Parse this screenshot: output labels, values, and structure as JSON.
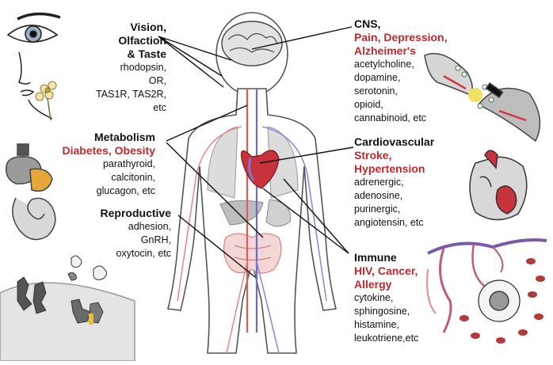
{
  "colors": {
    "disease": "#c0282d",
    "heading": "#111111",
    "body_line": "#555555",
    "artery": "#e05a5a",
    "vein": "#6a6acc",
    "organ": "#b8b8b8",
    "heart": "#c8323a"
  },
  "categories": [
    {
      "id": "vision",
      "heading": [
        "Vision,",
        "Olfaction",
        "& Taste"
      ],
      "disease": [],
      "examples": [
        "rhodopsin,",
        "OR,",
        "TAS1R, TAS2R,",
        "etc"
      ]
    },
    {
      "id": "metabolism",
      "heading": [
        "Metabolism"
      ],
      "disease": [
        "Diabetes, Obesity"
      ],
      "examples": [
        "parathyroid,",
        "calcitonin,",
        "glucagon, etc"
      ]
    },
    {
      "id": "reproductive",
      "heading": [
        "Reproductive"
      ],
      "disease": [],
      "examples": [
        "adhesion,",
        "GnRH,",
        "oxytocin, etc"
      ]
    },
    {
      "id": "cns",
      "heading": [
        "CNS,"
      ],
      "disease": [
        "Pain, Depression,",
        "Alzheimer's"
      ],
      "examples": [
        "acetylcholine,",
        "dopamine,",
        "serotonin,",
        "opioid,",
        "cannabinoid, etc"
      ]
    },
    {
      "id": "cardio",
      "heading": [
        "Cardiovascular"
      ],
      "disease": [
        "Stroke,",
        "Hypertension"
      ],
      "examples": [
        "adrenergic,",
        "adenosine,",
        "purinergic,",
        "angiotensin, etc"
      ]
    },
    {
      "id": "immune",
      "heading": [
        "Immune"
      ],
      "disease": [
        "HIV, Cancer,",
        "Allergy"
      ],
      "examples": [
        "cytokine,",
        "sphingosine,",
        "histamine,",
        "leukotriene,etc"
      ]
    }
  ]
}
